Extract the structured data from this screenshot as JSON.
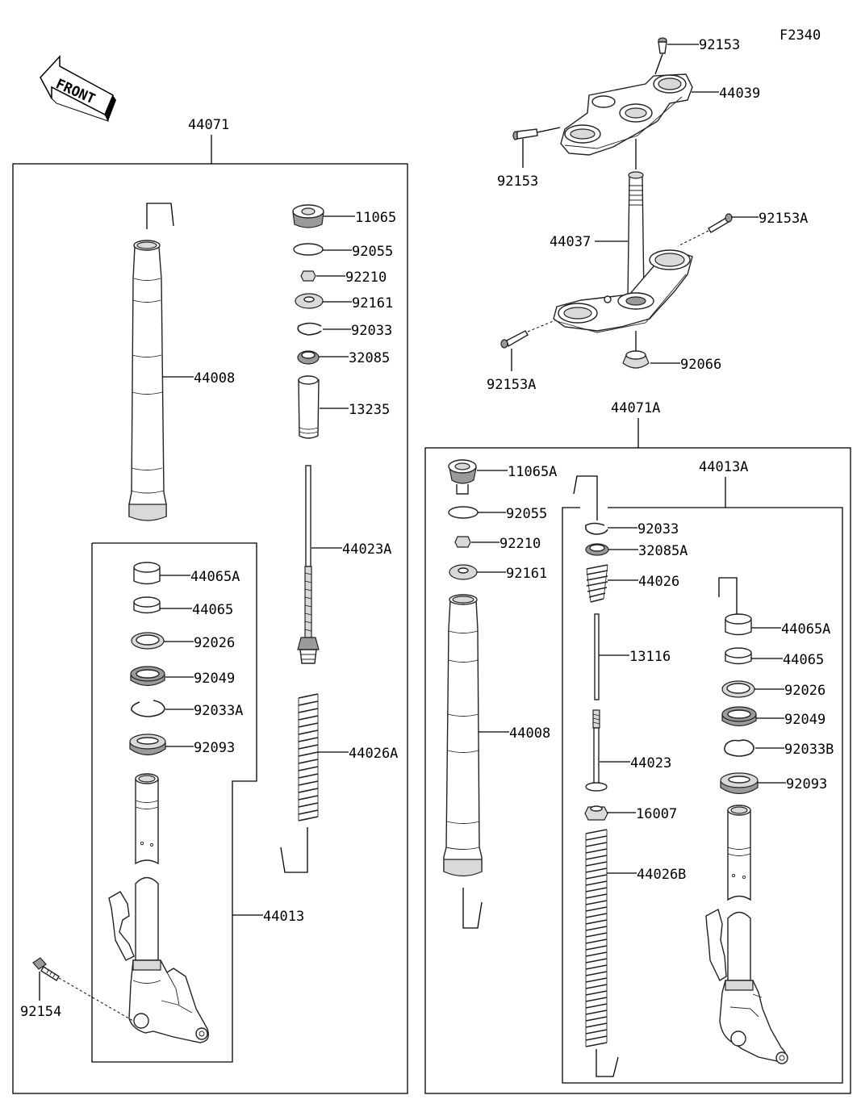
{
  "figure_id": "F2340",
  "front_label": "FRONT",
  "left_assembly": {
    "label": "44071",
    "parts": [
      {
        "number": "44008"
      },
      {
        "number": "11065"
      },
      {
        "number": "92055"
      },
      {
        "number": "92210"
      },
      {
        "number": "92161"
      },
      {
        "number": "92033"
      },
      {
        "number": "32085"
      },
      {
        "number": "13235"
      },
      {
        "number": "44023A"
      },
      {
        "number": "44026A"
      },
      {
        "number": "44065A"
      },
      {
        "number": "44065"
      },
      {
        "number": "92026"
      },
      {
        "number": "92049"
      },
      {
        "number": "92033A"
      },
      {
        "number": "92093"
      },
      {
        "number": "44013"
      },
      {
        "number": "92154"
      }
    ]
  },
  "steering": {
    "parts": [
      {
        "number": "92153"
      },
      {
        "number": "44039"
      },
      {
        "number": "92153"
      },
      {
        "number": "44037"
      },
      {
        "number": "92153A"
      },
      {
        "number": "92153A"
      },
      {
        "number": "92066"
      }
    ]
  },
  "right_assembly": {
    "label": "44071A",
    "inner_label": "44013A",
    "parts": [
      {
        "number": "11065A"
      },
      {
        "number": "92055"
      },
      {
        "number": "92210"
      },
      {
        "number": "92161"
      },
      {
        "number": "44008"
      },
      {
        "number": "92033"
      },
      {
        "number": "32085A"
      },
      {
        "number": "44026"
      },
      {
        "number": "13116"
      },
      {
        "number": "44023"
      },
      {
        "number": "16007"
      },
      {
        "number": "44026B"
      },
      {
        "number": "44065A"
      },
      {
        "number": "44065"
      },
      {
        "number": "92026"
      },
      {
        "number": "92049"
      },
      {
        "number": "92033B"
      },
      {
        "number": "92093"
      }
    ]
  }
}
